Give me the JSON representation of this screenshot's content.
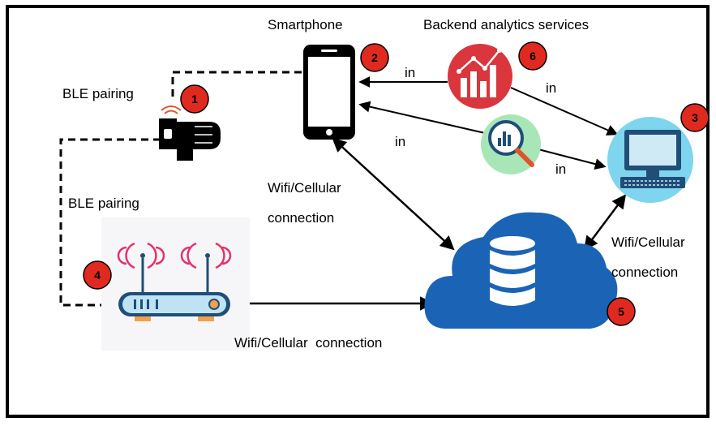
{
  "labels": {
    "smartphone": "Smartphone",
    "backend": "Backend analytics services",
    "ble_pairing_top": "BLE pairing",
    "ble_pairing_left": "BLE pairing",
    "in_1": "in",
    "in_2": "in",
    "in_3": "in",
    "in_4": "in",
    "wifi_phone_line1": "Wifi/Cellular",
    "wifi_phone_line2": "connection",
    "wifi_right_line1": "Wifi/Cellular",
    "wifi_right_line2": "connection",
    "wifi_bottom": "Wifi/Cellular  connection"
  },
  "badges": {
    "wearable": "1",
    "smartphone": "2",
    "computer": "3",
    "router": "4",
    "cloud": "5",
    "analytics": "6"
  },
  "icons": {
    "wearable": "wearable-band-icon",
    "smartphone": "smartphone-icon",
    "analytics": "analytics-chart-icon",
    "search": "magnifier-chart-icon",
    "computer": "desktop-computer-icon",
    "router": "wifi-router-icon",
    "cloud": "cloud-database-icon"
  },
  "colors": {
    "badge": "#e02a1f",
    "cloud": "#1b63b5",
    "analytics": "#d9363e",
    "search_bg": "#a8e6b8",
    "computer_bg": "#7fd4ee",
    "router": "#1f4e79",
    "antenna": "#e2336b"
  }
}
